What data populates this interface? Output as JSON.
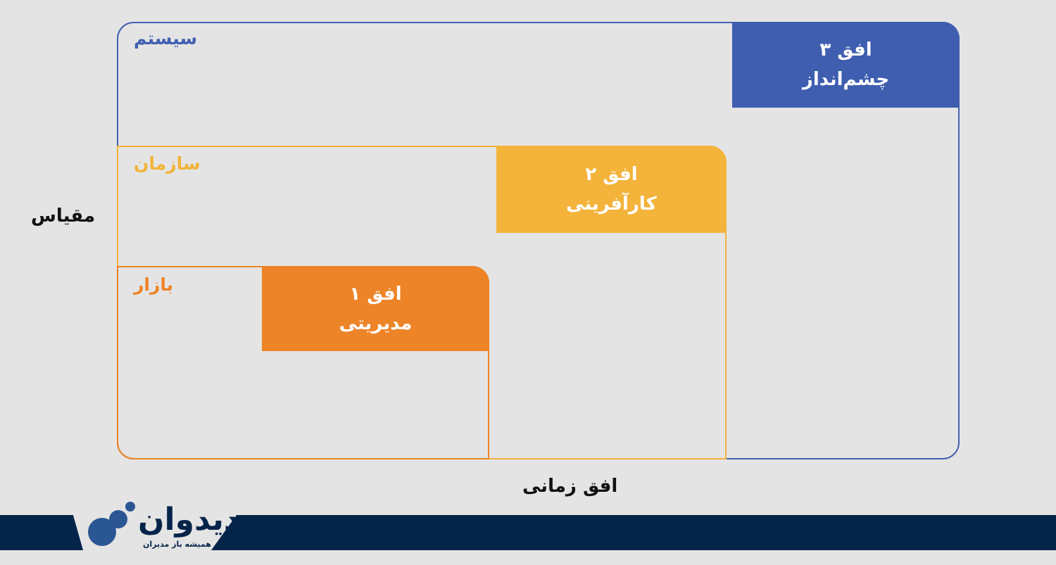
{
  "zones": {
    "system": {
      "label": "سیستم",
      "color": "#4260b2"
    },
    "organization": {
      "label": "سازمان",
      "color": "#f2b33a"
    },
    "market": {
      "label": "بازار",
      "color": "#ed8427"
    }
  },
  "horizons": [
    {
      "title": "افق ۳",
      "subtitle": "چشم‌انداز",
      "color": "#3f5eb0"
    },
    {
      "title": "افق ۲",
      "subtitle": "کارآفرینی",
      "color": "#f4b33a"
    },
    {
      "title": "افق ۱",
      "subtitle": "مدیریتی",
      "color": "#ed8427"
    }
  ],
  "axes": {
    "y_label": "مقیاس",
    "x_label": "افق زمانی"
  },
  "brand": {
    "name": "دیدوان",
    "tagline": "چشم همیشه باز مدیران",
    "color": "#05244a"
  }
}
